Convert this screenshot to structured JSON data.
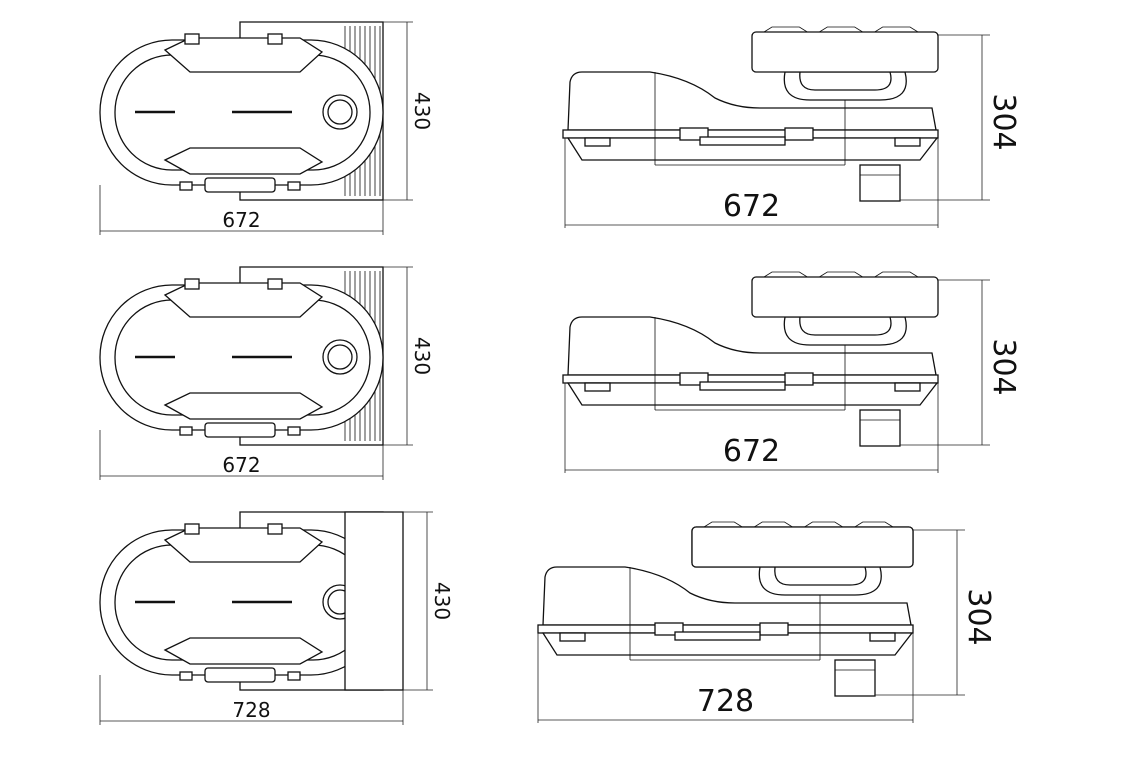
{
  "drawings": [
    {
      "top_view": {
        "width_label": "672",
        "depth_label": "430"
      },
      "side_view": {
        "width_label": "672",
        "height_label": "304"
      }
    },
    {
      "top_view": {
        "width_label": "672",
        "depth_label": "430"
      },
      "side_view": {
        "width_label": "672",
        "height_label": "304"
      }
    },
    {
      "top_view": {
        "width_label": "728",
        "depth_label": "430"
      },
      "side_view": {
        "width_label": "728",
        "height_label": "304"
      }
    }
  ]
}
